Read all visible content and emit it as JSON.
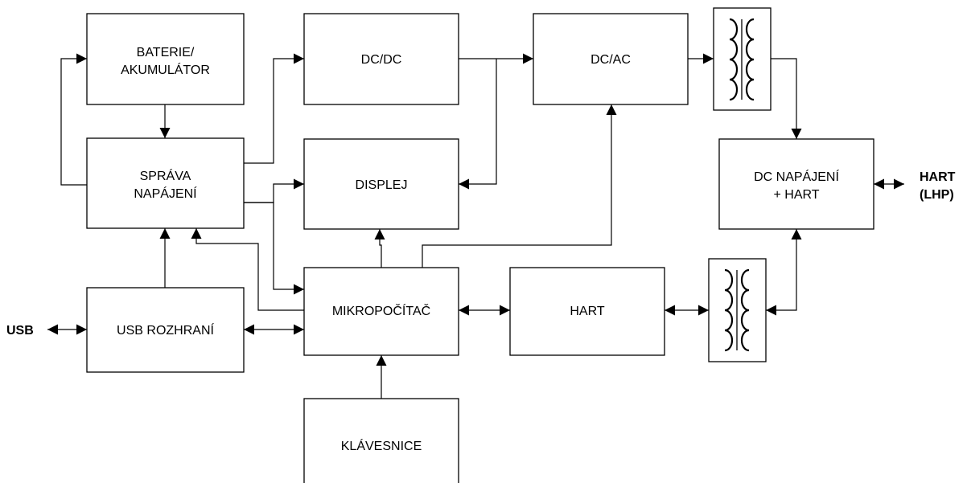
{
  "blocks": {
    "baterie_line1": "BATERIE/",
    "baterie_line2": "AKUMULÁTOR",
    "sprava_line1": "SPRÁVA",
    "sprava_line2": "NAPÁJENÍ",
    "dcdc": "DC/DC",
    "displej": "DISPLEJ",
    "dcac": "DC/AC",
    "dc_napajeni_line1": "DC NAPÁJENÍ",
    "dc_napajeni_line2": "+ HART",
    "usb_rozhrani": "USB ROZHRANÍ",
    "mikropocitac": "MIKROPOČÍTAČ",
    "hart": "HART",
    "klavesnice": "KLÁVESNICE"
  },
  "external": {
    "usb": "USB",
    "hart_line1": "HART",
    "hart_line2": "(LHP)"
  }
}
